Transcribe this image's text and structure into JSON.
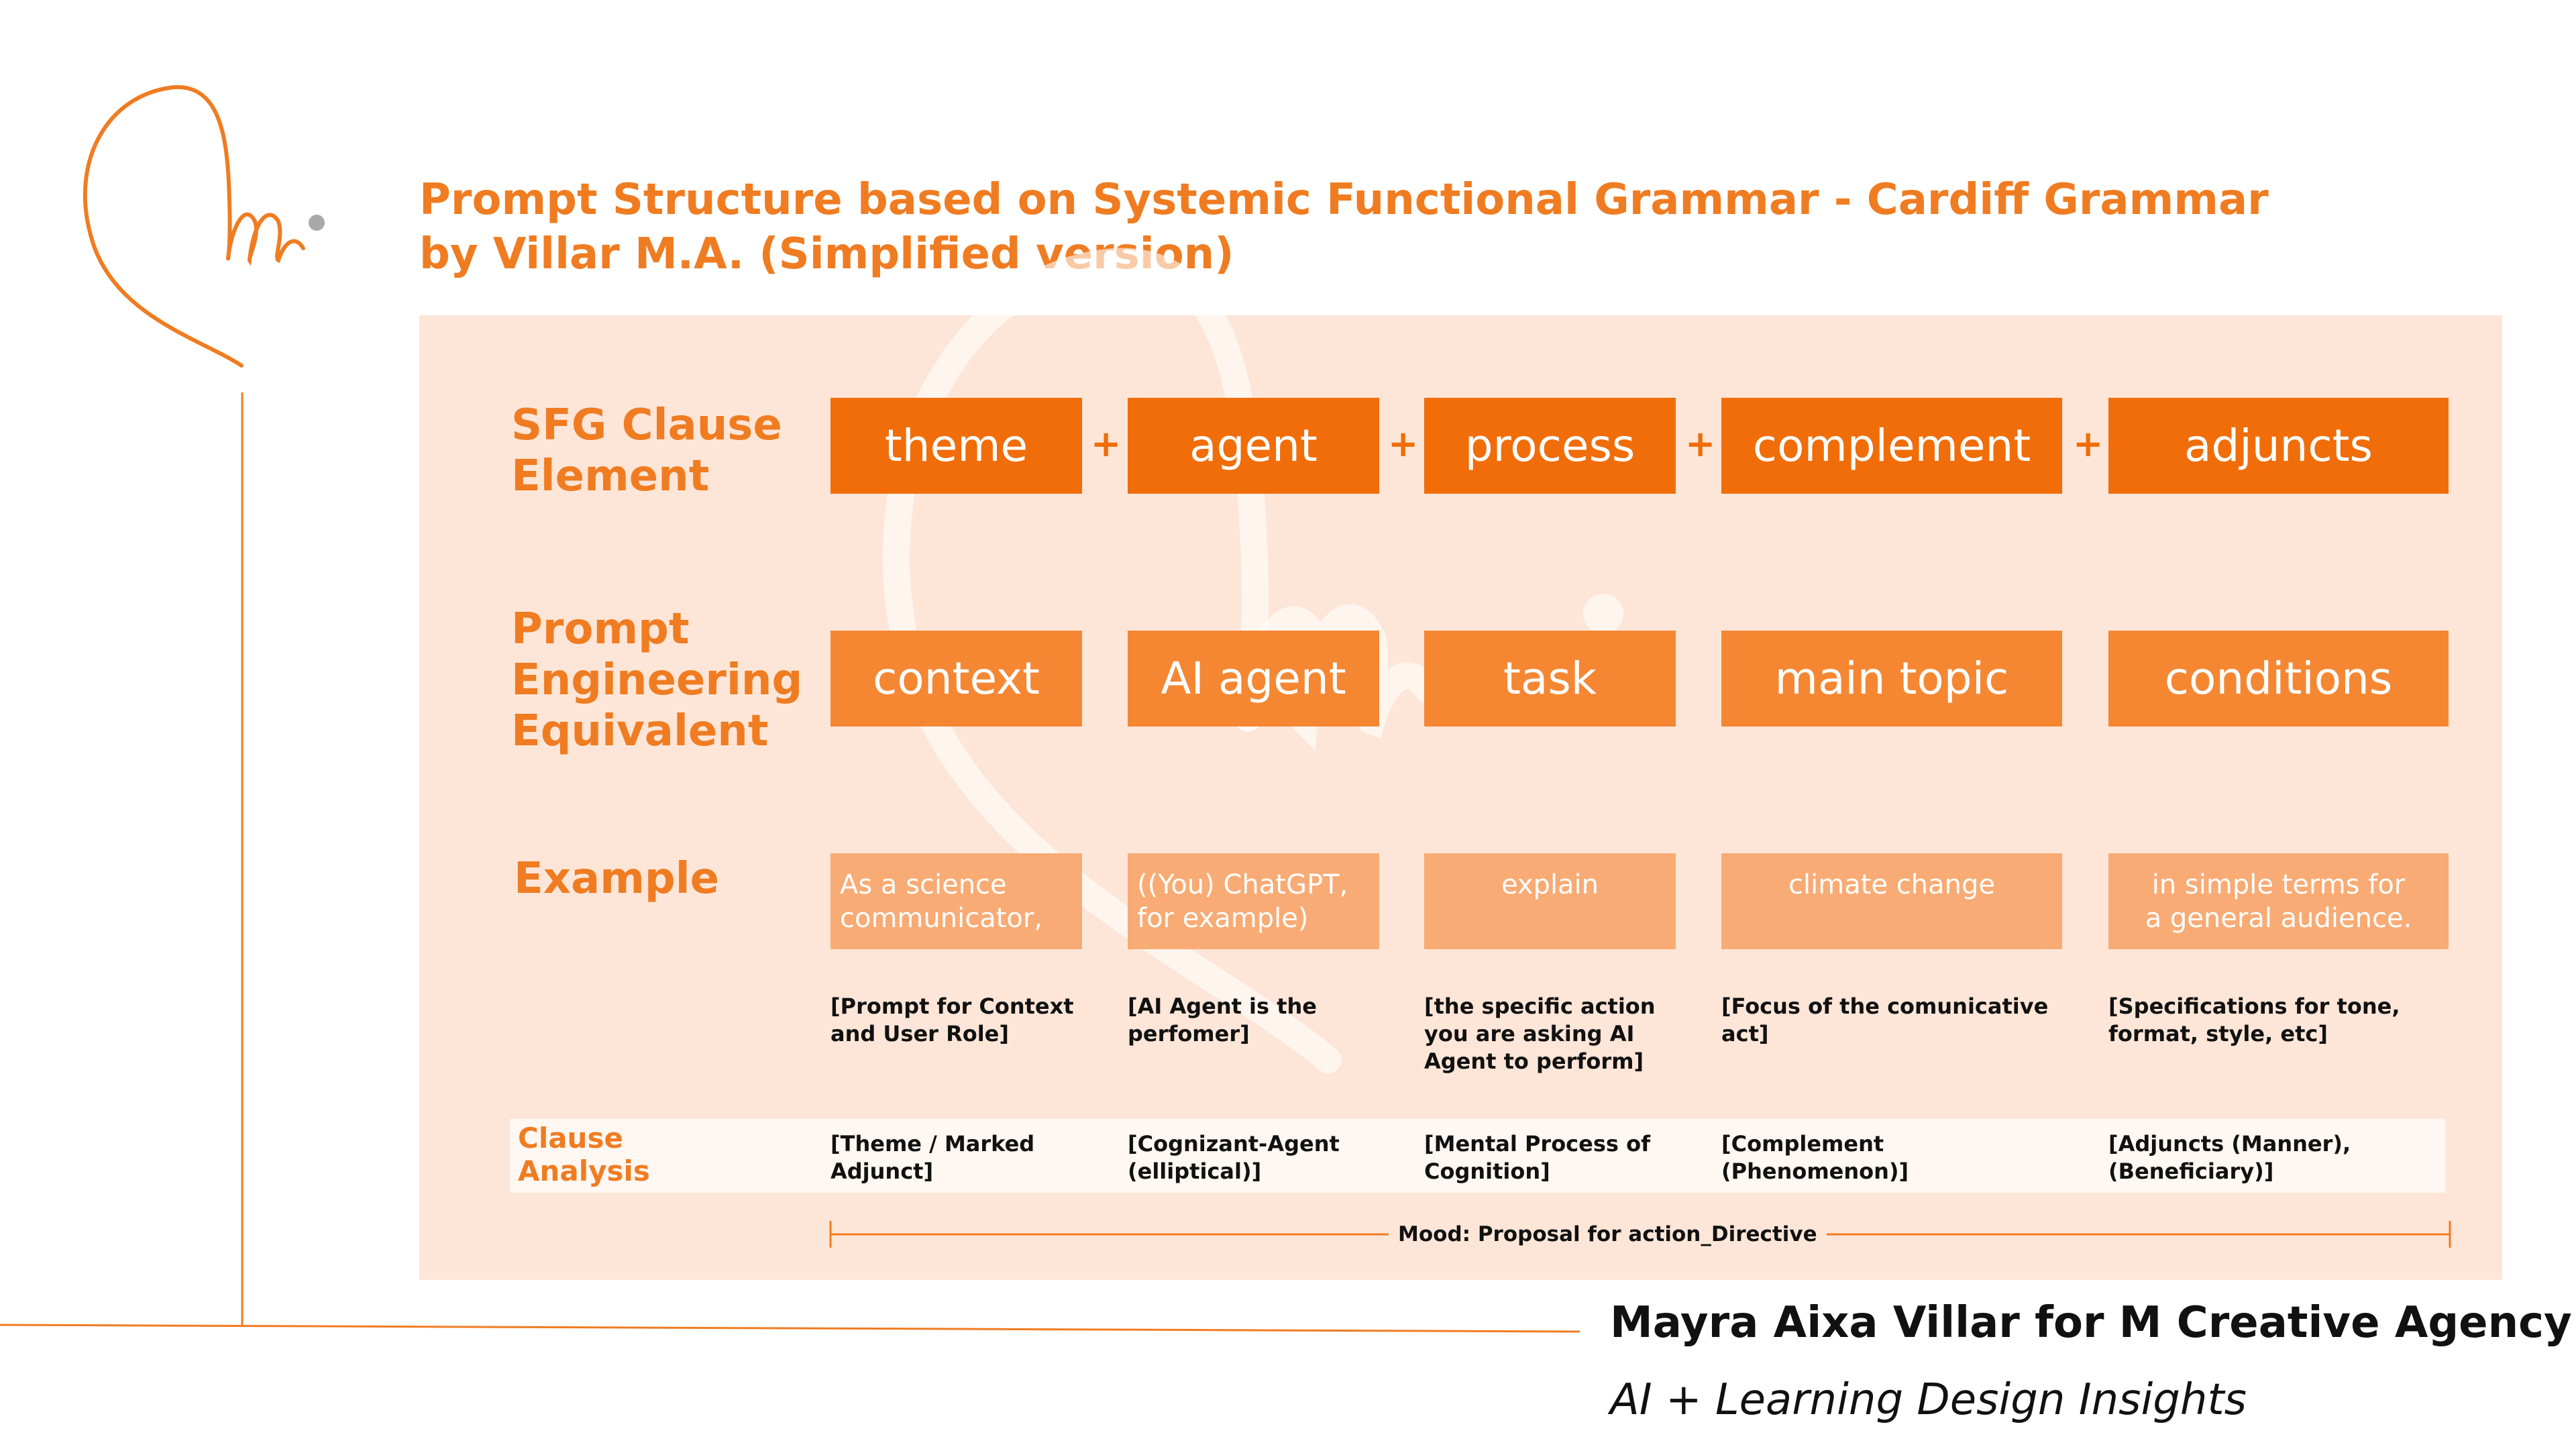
{
  "title": {
    "line1": "Prompt Structure based on Systemic Functional Grammar - Cardiff Grammar",
    "line2": "by Villar M.A.  (Simplified version)"
  },
  "rows": {
    "sfg_label": [
      "SFG Clause",
      "Element"
    ],
    "pe_label": [
      "Prompt",
      "Engineering",
      "Equivalent"
    ],
    "example_label": "Example",
    "analysis_label": [
      "Clause",
      "Analysis"
    ]
  },
  "operator": "+",
  "sfg": [
    "theme",
    "agent",
    "process",
    "complement",
    "adjuncts"
  ],
  "prompt_eq": [
    "context",
    "AI agent",
    "task",
    "main topic",
    "conditions"
  ],
  "examples": [
    {
      "lines": [
        "As a science",
        "communicator,"
      ],
      "align": "left"
    },
    {
      "lines": [
        "((You) ChatGPT,",
        "for example)"
      ],
      "align": "left"
    },
    {
      "lines": [
        "explain"
      ],
      "align": "center"
    },
    {
      "lines": [
        "climate change"
      ],
      "align": "center"
    },
    {
      "lines": [
        "in simple terms for",
        "a general audience."
      ],
      "align": "center"
    }
  ],
  "notes": [
    [
      "[Prompt for Context",
      "and User Role]"
    ],
    [
      "[AI Agent is the",
      "perfomer]"
    ],
    [
      "[the specific action",
      "you are asking AI",
      "Agent to perform]"
    ],
    [
      "[Focus of the comunicative",
      "act]"
    ],
    [
      "[Specifications for tone,",
      "format, style, etc]"
    ]
  ],
  "analysis": [
    [
      "[Theme / Marked",
      "Adjunct]"
    ],
    [
      "[Cognizant-Agent",
      "(elliptical)]"
    ],
    [
      "[Mental Process of",
      "Cognition]"
    ],
    [
      "[Complement",
      "(Phenomenon)]"
    ],
    [
      "[Adjuncts (Manner),",
      "(Beneficiary)]"
    ]
  ],
  "mood": "Mood:  Proposal for action_Directive",
  "footer": {
    "author": "Mayra Aixa Villar for M Creative Agency",
    "tagline": "AI + Learning Design Insights"
  },
  "colors": {
    "accent": "#f07c22",
    "box_dark": "#f06d09",
    "box_mid": "#f58733",
    "box_light": "#f8ab74",
    "panel": "#fde6d8"
  }
}
